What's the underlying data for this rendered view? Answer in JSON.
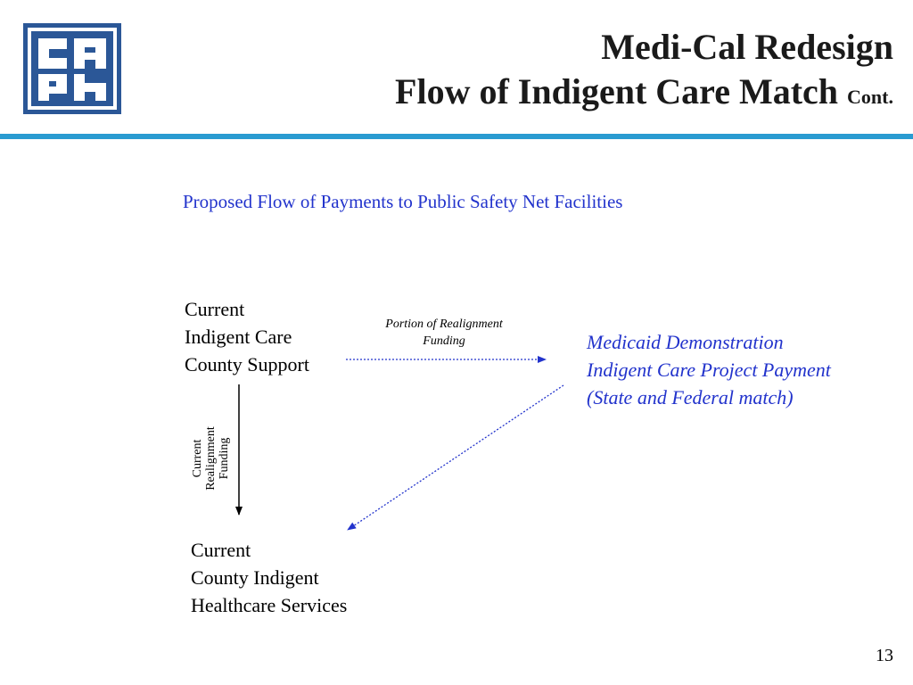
{
  "header": {
    "title_line1": "Medi-Cal Redesign",
    "title_line2": "Flow of Indigent Care Match",
    "title_suffix": "Cont.",
    "accent_color": "#2a9bd1"
  },
  "logo": {
    "letters": [
      "C",
      "A",
      "P",
      "H"
    ],
    "color": "#2b5797"
  },
  "diagram": {
    "subtitle": "Proposed Flow of Payments to Public Safety Net Facilities",
    "node_top": [
      "Current",
      "Indigent Care",
      "County Support"
    ],
    "node_right": [
      "Medicaid Demonstration",
      "Indigent Care Project Payment",
      "(State and Federal match)"
    ],
    "node_bottom": [
      "Current",
      "County Indigent",
      "Healthcare Services"
    ],
    "edge_top_label": [
      "Portion of Realignment",
      "Funding"
    ],
    "edge_vertical_label": [
      "Current",
      "Realignment",
      "Funding"
    ],
    "text_color_blue": "#2233cc"
  },
  "footer": {
    "page_number": "13"
  }
}
